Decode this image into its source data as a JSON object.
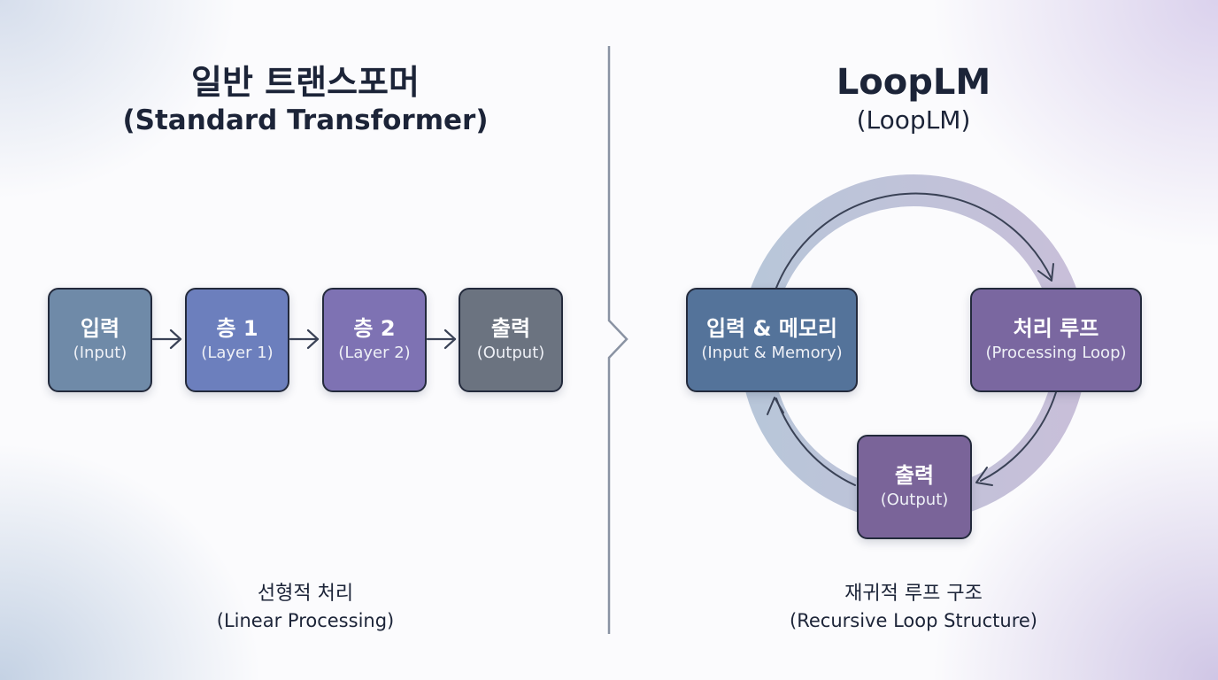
{
  "left_panel": {
    "title_ko": "일반 트랜스포머",
    "title_en": "(Standard Transformer)",
    "nodes": [
      {
        "ko": "입력",
        "en": "(Input)",
        "color": "#6f8aa8"
      },
      {
        "ko": "층 1",
        "en": "(Layer 1)",
        "color": "#6c7fbd"
      },
      {
        "ko": "층 2",
        "en": "(Layer 2)",
        "color": "#7e72b3"
      },
      {
        "ko": "출력",
        "en": "(Output)",
        "color": "#6b7380"
      }
    ],
    "caption_ko": "선형적 처리",
    "caption_en": "(Linear Processing)"
  },
  "right_panel": {
    "title_main": "LoopLM",
    "title_sub": "(LoopLM)",
    "nodes": [
      {
        "ko": "입력 & 메모리",
        "en": "(Input & Memory)",
        "color": "#54739a"
      },
      {
        "ko": "처리 루프",
        "en": "(Processing Loop)",
        "color": "#7a67a0"
      },
      {
        "ko": "출력",
        "en": "(Output)",
        "color": "#7a6499"
      }
    ],
    "caption_ko": "재귀적 루프 구조",
    "caption_en": "(Recursive Loop Structure)"
  },
  "colors": {
    "text": "#1c2438",
    "divider": "#8a93a3",
    "arrow": "#3a4256",
    "ring_left": "#b8c6d9",
    "ring_right": "#c8bfd9"
  }
}
